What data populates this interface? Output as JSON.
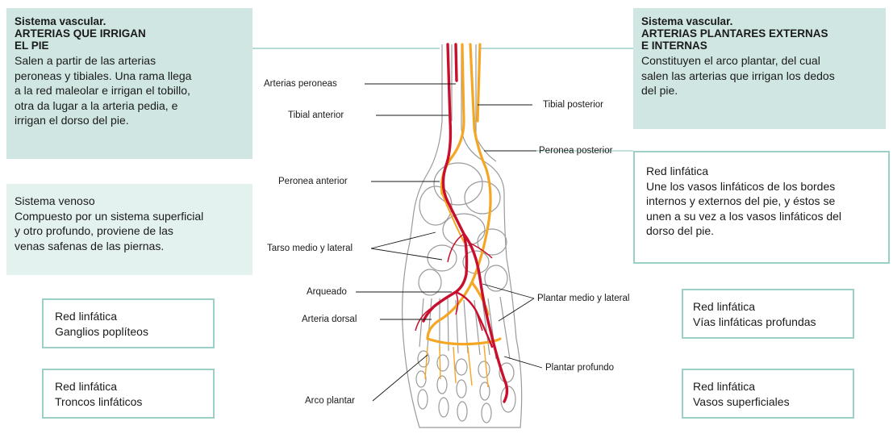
{
  "boxes": {
    "top_left": {
      "title_line1": "Sistema vascular.",
      "title_line2": "ARTERIAS QUE IRRIGAN",
      "title_line3": "EL PIE",
      "body_lines": [
        "Salen a partir de las arterias",
        "peroneas y tibiales. Una rama llega",
        "a la red maleolar e irrigan el tobillo,",
        "otra da lugar a la arteria pedia, e",
        "irrigan el dorso del pie."
      ]
    },
    "top_right": {
      "title_line1": "Sistema vascular.",
      "title_line2": "ARTERIAS PLANTARES EXTERNAS",
      "title_line3": "E INTERNAS",
      "body_lines": [
        "Constituyen el arco plantar, del cual",
        "salen las arterias que irrigan los dedos",
        "del pie."
      ]
    },
    "venoso": {
      "lines": [
        "Sistema venoso",
        "Compuesto por un sistema superficial",
        "y otro profundo, proviene de las",
        "venas safenas de las piernas."
      ]
    },
    "red_linfatica_right": {
      "lines": [
        "Red linfática",
        "Une los vasos linfáticos de los bordes",
        "internos y externos del pie, y éstos se",
        "unen a su vez a los vasos linfáticos del",
        "dorso del pie."
      ]
    },
    "popliteos": {
      "lines": [
        "Red linfática",
        "Ganglios poplíteos"
      ]
    },
    "troncos": {
      "lines": [
        "Red linfática",
        "Troncos linfáticos"
      ]
    },
    "profundas": {
      "lines": [
        "Red linfática",
        "Vías linfáticas profundas"
      ]
    },
    "superficiales": {
      "lines": [
        "Red linfática",
        "Vasos superficiales"
      ]
    }
  },
  "labels": {
    "arterias_peroneas": "Arterias peroneas",
    "tibial_anterior": "Tibial anterior",
    "peronea_anterior": "Peronea anterior",
    "tarso": "Tarso medio y lateral",
    "arqueado": "Arqueado",
    "arteria_dorsal": "Arteria dorsal",
    "arco_plantar": "Arco plantar",
    "tibial_posterior": "Tibial posterior",
    "peronea_posterior": "Peronea posterior",
    "plantar_medio": "Plantar medio y lateral",
    "plantar_profundo": "Plantar profundo"
  },
  "colors": {
    "box_fill": "#cfe6e2",
    "box_border": "#9ccfc8",
    "artery": "#c8102e",
    "vein": "#f5a623",
    "bone_outline": "#9a9a9a"
  }
}
